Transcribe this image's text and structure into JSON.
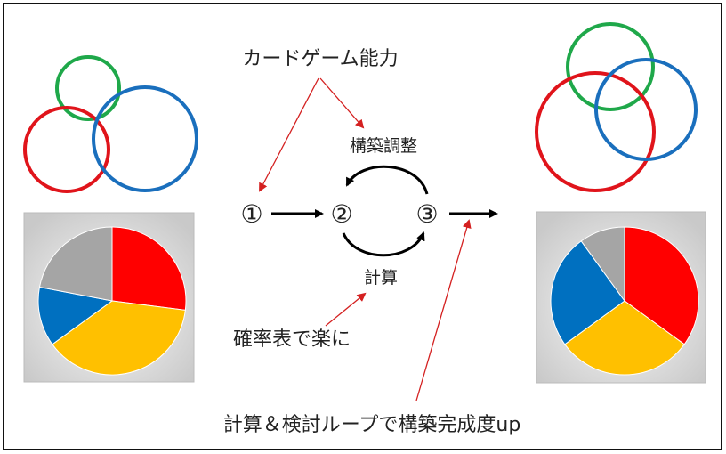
{
  "labels": {
    "card_ability": "カードゲーム能力",
    "deck_adjust": "構築調整",
    "calc": "計算",
    "prob_table": "確率表で楽に",
    "loop": "計算＆検討ループで構築完成度up",
    "step1": "①",
    "step2": "②",
    "step3": "③"
  },
  "colors": {
    "red": "#e0141b",
    "green": "#1fa84a",
    "blue": "#1a6fbd",
    "pie_red": "#ff0000",
    "pie_yellow": "#ffc000",
    "pie_blue": "#0070c0",
    "pie_gray": "#a5a5a5",
    "annotation": "#d42020"
  },
  "pies": {
    "left": {
      "slices": [
        {
          "color": "pie_red",
          "fraction": 0.27
        },
        {
          "color": "pie_yellow",
          "fraction": 0.38
        },
        {
          "color": "pie_blue",
          "fraction": 0.13
        },
        {
          "color": "pie_gray",
          "fraction": 0.22
        }
      ]
    },
    "right": {
      "slices": [
        {
          "color": "pie_red",
          "fraction": 0.35
        },
        {
          "color": "pie_yellow",
          "fraction": 0.3
        },
        {
          "color": "pie_blue",
          "fraction": 0.25
        },
        {
          "color": "pie_gray",
          "fraction": 0.1
        }
      ]
    }
  }
}
